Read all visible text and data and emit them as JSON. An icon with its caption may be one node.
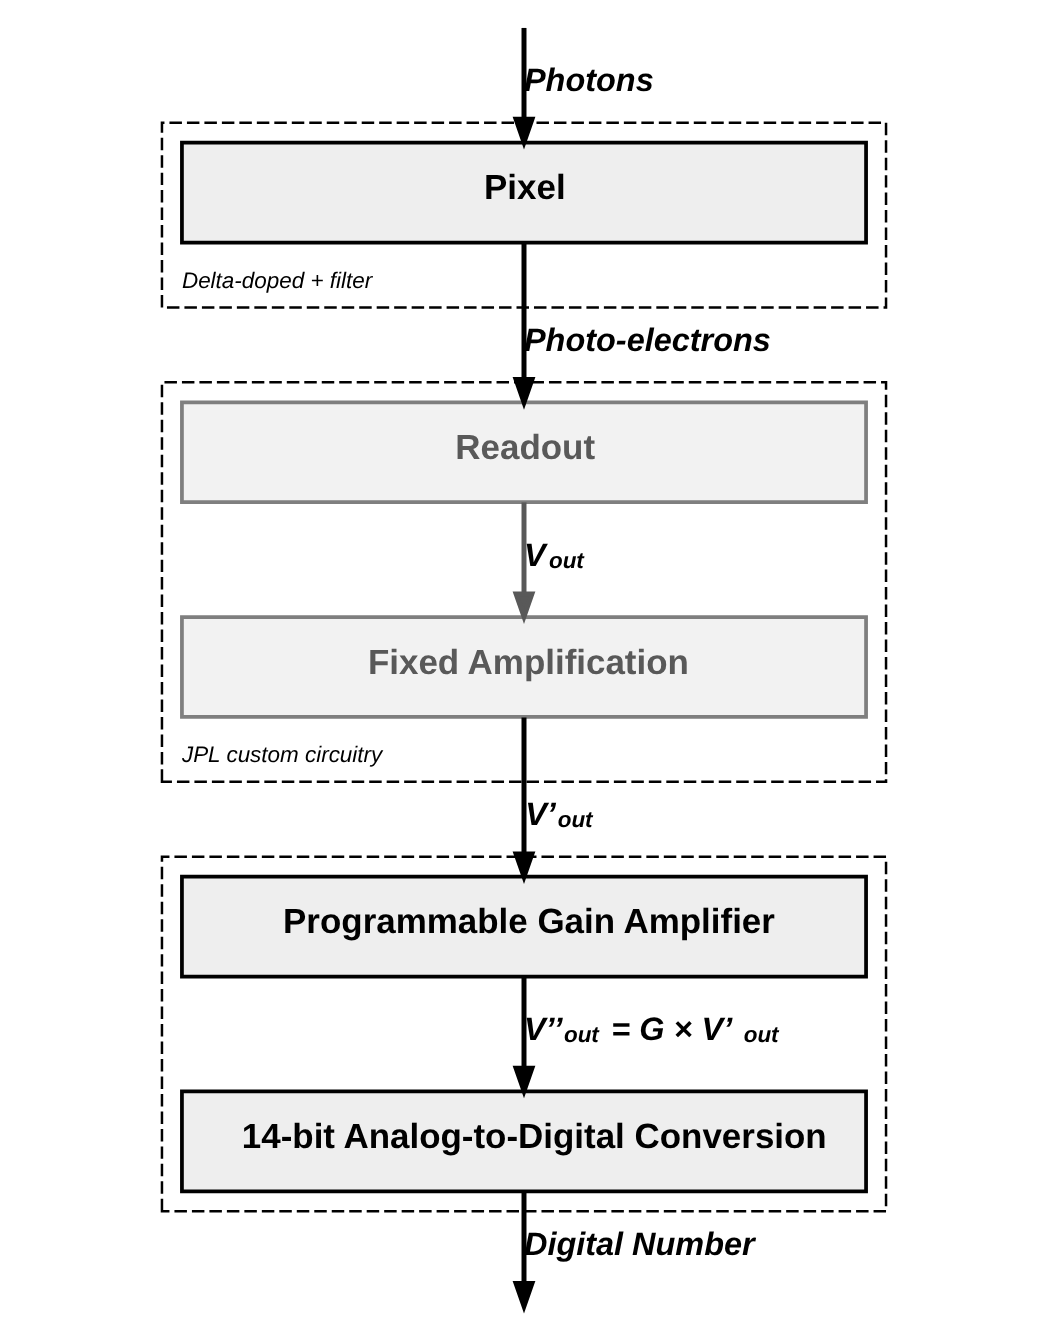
{
  "diagram": {
    "nodes": [
      {
        "text": [
          "Delta-doped + filter"
        ]
      },
      {
        "text": [
          "Pixel"
        ],
        "in": 0
      },
      {
        "text": [
          "JPL custom circuitry"
        ]
      },
      {
        "text": [
          "Readout"
        ],
        "in": 2
      },
      {
        "text": [
          "Fixed Amplification"
        ],
        "in": 2
      },
      {
        "text": [],
        "shape": "box"
      },
      {
        "text": [
          "Programmable Gain Amplifier"
        ],
        "in": 5
      },
      {
        "text": [
          "14-bit Analog-to-Digital Conversion"
        ],
        "in": 5
      }
    ],
    "edges": [
      {
        "from": null,
        "to": 1,
        "arrow": "to",
        "label": "Photons"
      },
      {
        "from": 1,
        "to": 3,
        "arrow": "to",
        "label": "Photo-electrons"
      },
      {
        "from": 3,
        "to": 4,
        "arrow": "to",
        "label": "V$_{out}$",
        "color": "#595959"
      },
      {
        "from": 4,
        "to": 6,
        "arrow": "to",
        "label": "V’$_{out}$"
      },
      {
        "from": 6,
        "to": 7,
        "arrow": "to",
        "label": "V’’$_{out}$ = G × V’$_{out}$"
      },
      {
        "from": 7,
        "to": null,
        "arrow": "to",
        "label": "Digital Number"
      }
    ]
  }
}
